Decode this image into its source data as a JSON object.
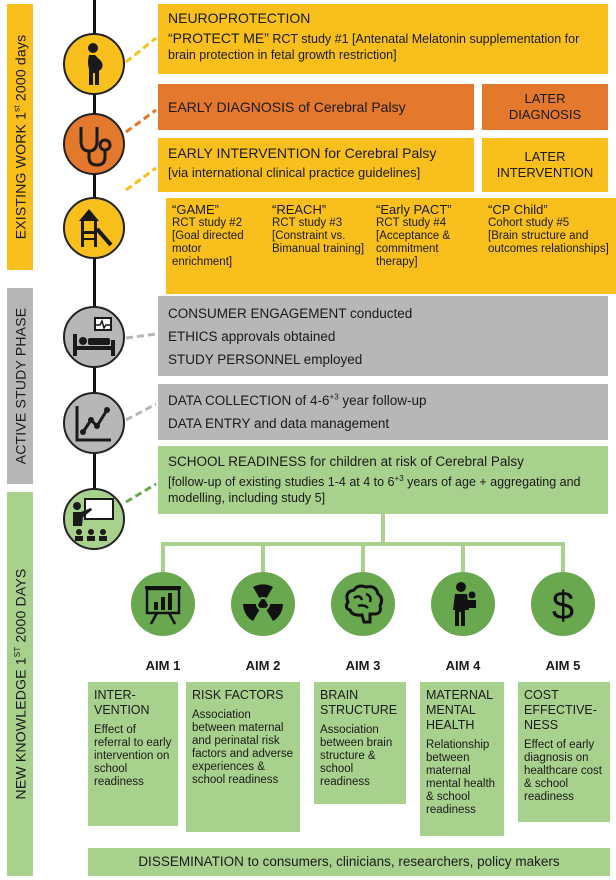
{
  "sidebar": {
    "existing_work": "EXISTING WORK 1st 2000 days",
    "active_study": "ACTIVE STUDY PHASE",
    "new_knowledge": "NEW KNOWLEDGE 1ST 2000 DAYS"
  },
  "icons": [
    "pregnant-woman-icon",
    "stethoscope-icon",
    "playground-icon",
    "patient-bed-icon",
    "line-graph-icon",
    "teacher-class-icon"
  ],
  "boxes": {
    "neuroprotection": "NEUROPROTECTION",
    "protect_me_title": "“PROTECT ME”",
    "protect_me_text": "RCT study #1 [Antenatal Melatonin supplementation for brain protection in fetal growth restriction]",
    "early_diagnosis": "EARLY DIAGNOSIS of Cerebral Palsy",
    "later_diagnosis": "LATER DIAGNOSIS",
    "early_intervention_1": "EARLY INTERVENTION for Cerebral Palsy",
    "early_intervention_2": "[via international clinical practice guidelines]",
    "later_intervention": "LATER INTERVENTION",
    "consumer": "CONSUMER ENGAGEMENT conducted",
    "ethics": "ETHICS approvals obtained",
    "personnel": "STUDY PERSONNEL employed",
    "data_collection": "DATA COLLECTION of 4-6",
    "data_collection_sup": "+3",
    "data_collection_tail": " year follow-up",
    "data_entry": "DATA ENTRY and data management",
    "school_readiness": "SCHOOL READINESS for children at risk of Cerebral Palsy",
    "school_followup_1": "[follow-up of existing studies 1-4 at 4 to 6",
    "school_followup_sup": "+3",
    "school_followup_2": " years of age + aggregating and modelling, including study 5]",
    "dissemination": "DISSEMINATION to consumers, clinicians, researchers, policy makers"
  },
  "studies": [
    {
      "title": "“GAME”",
      "type": "RCT study #2",
      "desc": "[Goal directed motor enrichment]"
    },
    {
      "title": "“REACH”",
      "type": "RCT study #3",
      "desc": "[Constraint vs. Bimanual training]"
    },
    {
      "title": "“Early PACT”",
      "type": "RCT study #4",
      "desc": "[Acceptance & commitment therapy]"
    },
    {
      "title": "“CP Child”",
      "type": "Cohort study #5",
      "desc": "[Brain structure and outcomes relationships]"
    }
  ],
  "aims": [
    {
      "label": "AIM 1",
      "heading": "INTER-\nVENTION",
      "desc": "Effect of referral to early intervention on school readiness",
      "icon": "presentation-chart-icon"
    },
    {
      "label": "AIM 2",
      "heading": "RISK FACTORS",
      "desc": "Association between maternal and perinatal risk factors and adverse experiences & school readiness",
      "icon": "radiation-icon"
    },
    {
      "label": "AIM 3",
      "heading": "BRAIN STRUCTURE",
      "desc": "Association between brain structure & school readiness",
      "icon": "brain-icon"
    },
    {
      "label": "AIM 4",
      "heading": "MATERNAL MENTAL HEALTH",
      "desc": "Relationship between maternal mental health & school readiness",
      "icon": "mother-child-icon"
    },
    {
      "label": "AIM 5",
      "heading": "COST EFFECTIVE-\nNESS",
      "desc": "Effect of early diagnosis on healthcare cost & school readiness",
      "icon": "dollar-icon"
    }
  ],
  "colors": {
    "yellow": "#f8bf1d",
    "orange": "#e4782c",
    "grey": "#b7b7b7",
    "green": "#a9d18e",
    "dark_green": "#6aa84f"
  }
}
